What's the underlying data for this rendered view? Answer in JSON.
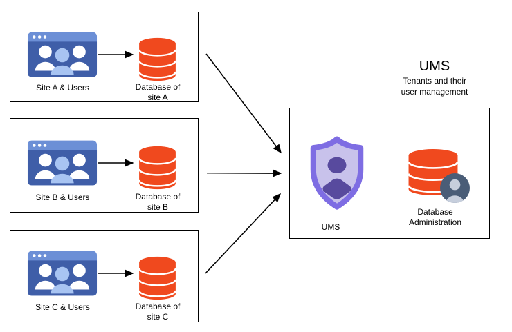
{
  "header": {
    "title": "UMS",
    "subtitle_line1": "Tenants and their",
    "subtitle_line2": "user management"
  },
  "sites": [
    {
      "label": "Site A & Users",
      "db_line1": "Database of",
      "db_line2": "site A"
    },
    {
      "label": "Site B & Users",
      "db_line1": "Database of",
      "db_line2": "site B"
    },
    {
      "label": "Site C & Users",
      "db_line1": "Database of",
      "db_line2": "site C"
    }
  ],
  "ums": {
    "shield_label": "UMS",
    "db_admin_line1": "Database",
    "db_admin_line2": "Administration"
  },
  "colors": {
    "box-border": "#000000",
    "browser-bar": "#6C8FD6",
    "browser-body": "#3F5EA8",
    "user-back": "#FFFFFF",
    "user-front": "#A8C4F2",
    "database": "#F0491E",
    "shield-border": "#7E6DE3",
    "shield-fill": "#C8C2EB",
    "shield-person": "#584A9E",
    "badge-bg": "#4A5D77",
    "badge-person": "#C6CEDC",
    "arrow": "#000000"
  }
}
